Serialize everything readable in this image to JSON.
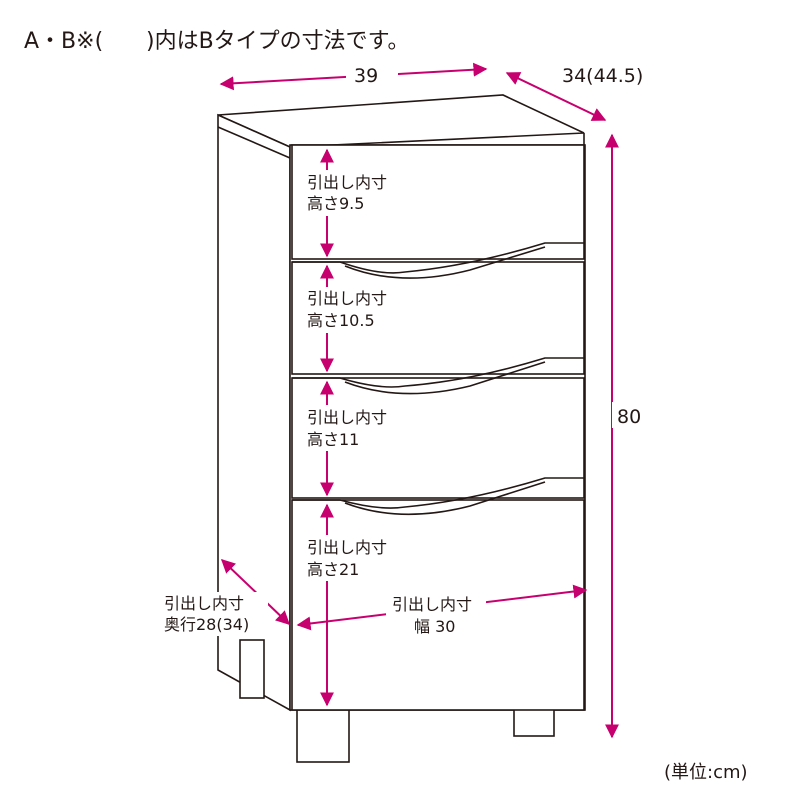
{
  "header": {
    "title_prefix": "A・B※(",
    "title_suffix": ")内はBタイプの寸法です。"
  },
  "dimensions": {
    "width": "39",
    "depth": "34(44.5)",
    "height": "80"
  },
  "drawers": [
    {
      "label": "引出し内寸",
      "value": "高さ9.5"
    },
    {
      "label": "引出し内寸",
      "value": "高さ10.5"
    },
    {
      "label": "引出し内寸",
      "value": "高さ11"
    },
    {
      "label": "引出し内寸",
      "value": "高さ21"
    }
  ],
  "inner_depth": {
    "label": "引出し内寸",
    "value": "奥行28(34)"
  },
  "inner_width": {
    "label": "引出し内寸",
    "value": "幅 30"
  },
  "unit": "(単位:cm)",
  "colors": {
    "accent_arrow": "#c7006f",
    "outline": "#231815"
  }
}
